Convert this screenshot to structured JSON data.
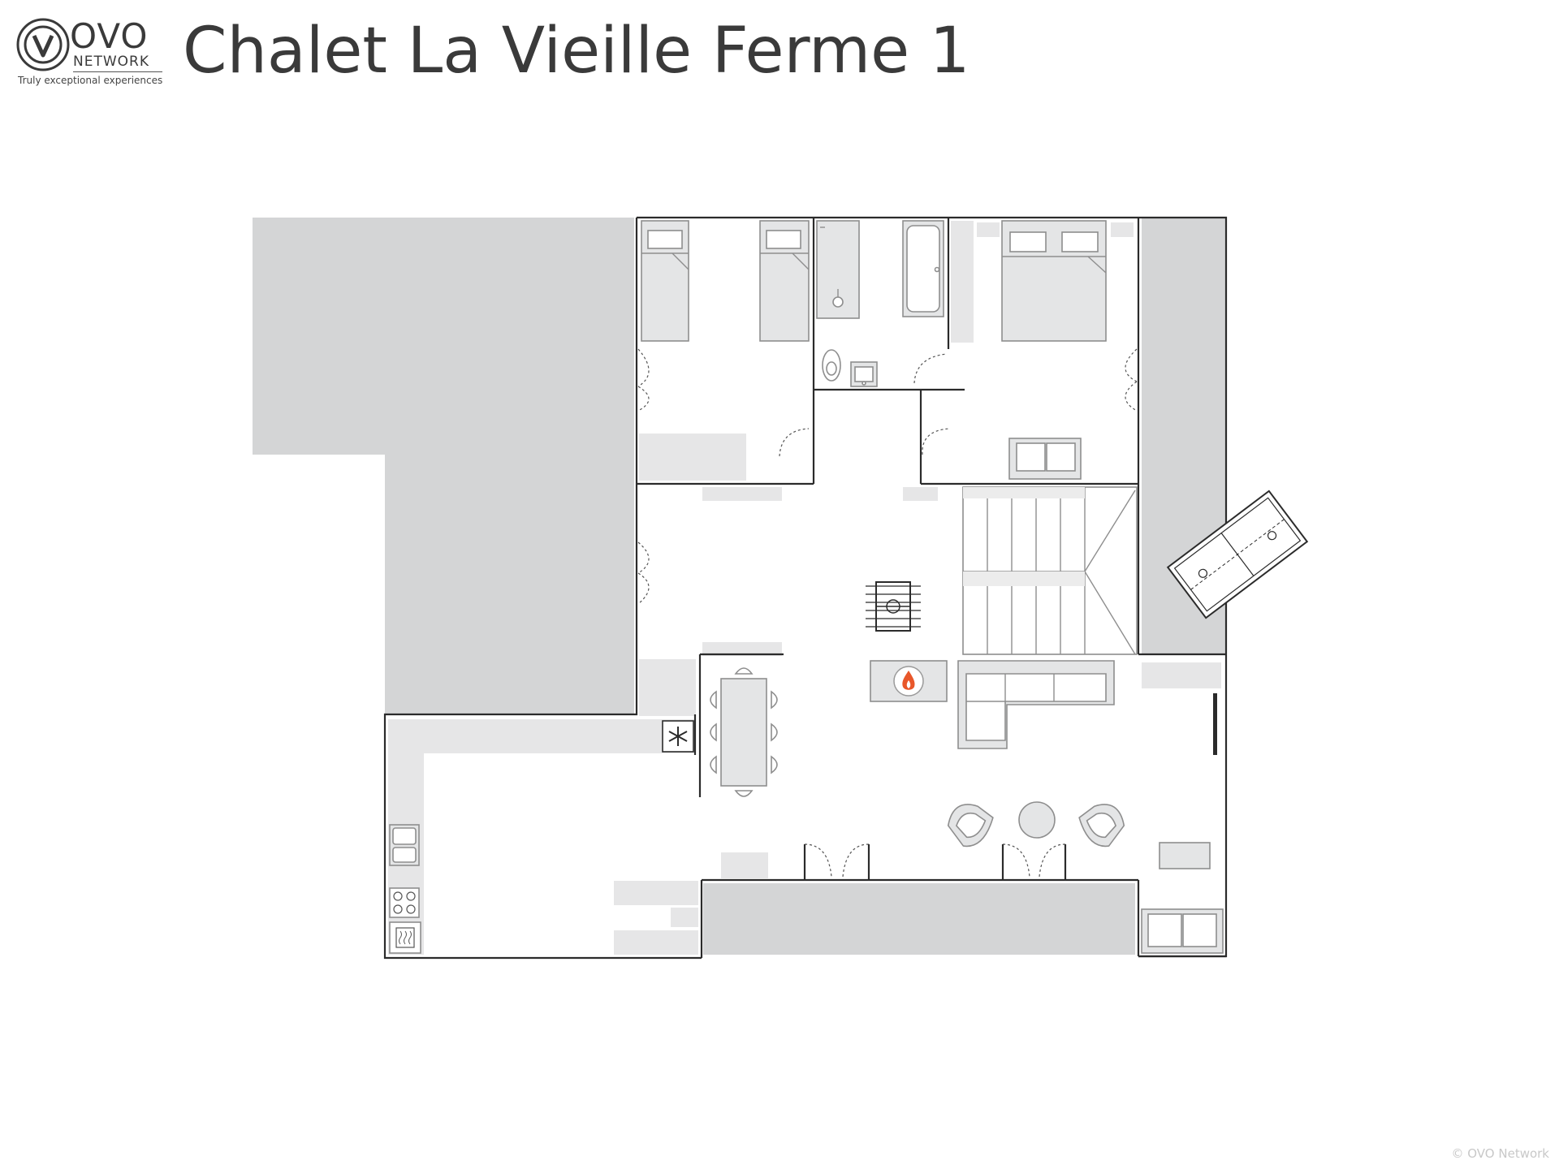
{
  "header": {
    "title": "Chalet La Vieille Ferme 1",
    "logo": {
      "mark": "v-circle-logo",
      "brand": "OVO",
      "sub": "NETWORK",
      "tagline": "Truly exceptional experiences"
    }
  },
  "footer": {
    "copyright": "© OVO Network"
  },
  "plan": {
    "colors": {
      "wall": "#2b2b2b",
      "terrace": "#d4d5d6",
      "furniture_fill": "#e4e5e6",
      "furniture_stroke": "#8e8e8e",
      "fire": "#e8572a"
    },
    "icons": [
      "fireplace-icon",
      "snowflake-icon",
      "football-table-icon",
      "ping-pong-table-icon"
    ]
  }
}
